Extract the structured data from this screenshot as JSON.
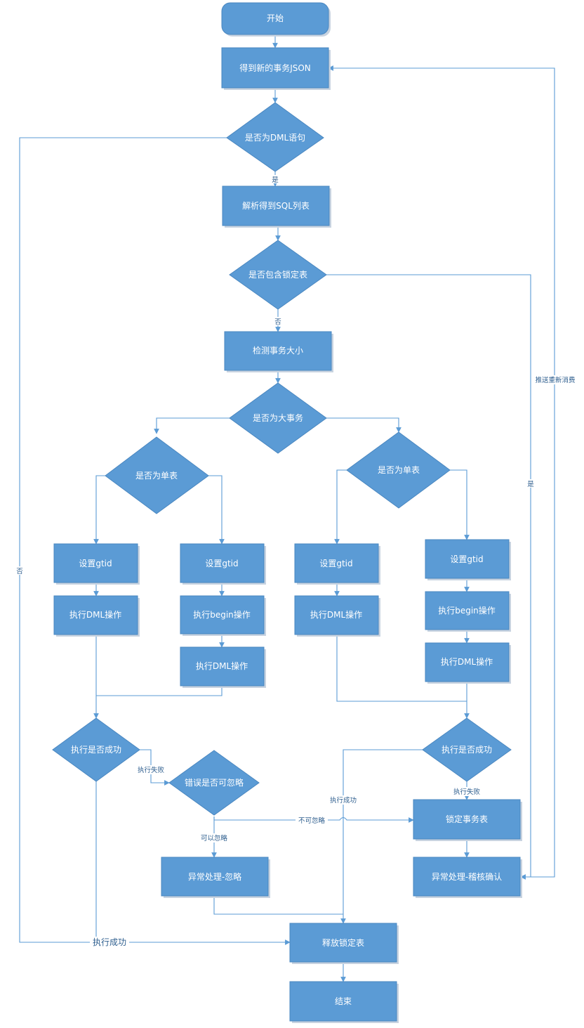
{
  "colors": {
    "node_fill": "#5b9bd5",
    "line": "#5b9bd5",
    "node_text": "#ffffff",
    "edge_text": "#2f5f8f"
  },
  "nodes": {
    "start": "开始",
    "get_json": "得到新的事务JSON",
    "is_dml": "是否为DML语句",
    "parse_sql": "解析得到SQL列表",
    "has_lock": "是否包含锁定表",
    "check_size": "检测事务大小",
    "is_big": "是否为大事务",
    "single_left": "是否为单表",
    "single_right": "是否为单表",
    "gtid_1": "设置gtid",
    "gtid_2": "设置gtid",
    "gtid_3": "设置gtid",
    "gtid_4": "设置gtid",
    "dml_1": "执行DML操作",
    "begin_2": "执行begin操作",
    "dml_2": "执行DML操作",
    "dml_3": "执行DML操作",
    "begin_4": "执行begin操作",
    "dml_4": "执行DML操作",
    "success_left": "执行是否成功",
    "ignorable": "错误是否可忽略",
    "success_right": "执行是否成功",
    "lock_table": "锁定事务表",
    "handle_ignore": "异常处理-忽略",
    "handle_audit": "异常处理-稽核确认",
    "release": "释放锁定表",
    "end": "结束"
  },
  "edge_labels": {
    "is_dml_yes": "是",
    "is_dml_no": "否",
    "has_lock_no": "否",
    "has_lock_yes": "是",
    "repush": "推送重新消费",
    "left_fail": "执行失败",
    "not_ignorable": "不可忽略",
    "can_ignore": "可以忽略",
    "right_success": "执行成功",
    "right_fail": "执行失败",
    "left_success": "执行成功"
  }
}
